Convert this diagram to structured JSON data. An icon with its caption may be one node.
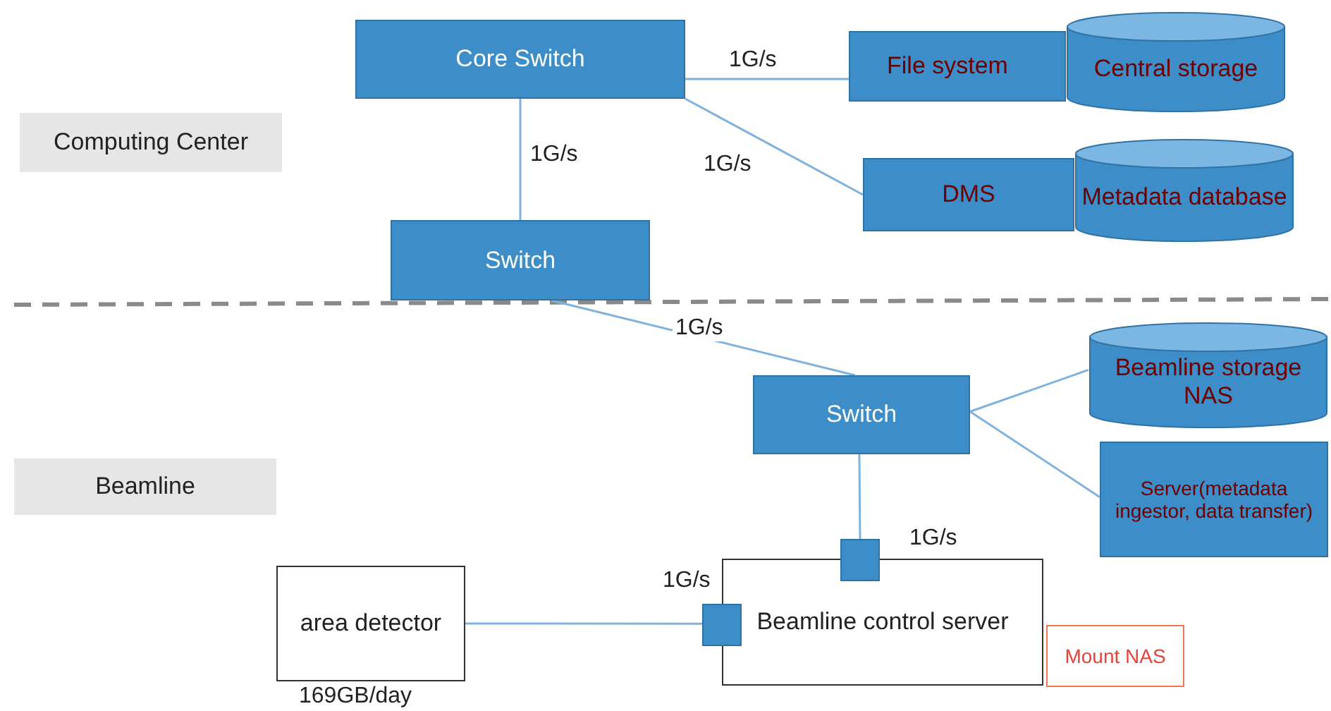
{
  "diagram": {
    "nodes": [
      {
        "text": [
          "Computing Center"
        ]
      },
      {
        "text": [
          "Beamline"
        ]
      },
      {
        "text": [
          "Core Switch"
        ]
      },
      {
        "text": [
          "File system"
        ]
      },
      {
        "text": [
          "Central storage"
        ]
      },
      {
        "text": [
          "DMS"
        ]
      },
      {
        "text": [
          "Metadata database"
        ]
      },
      {
        "text": [
          "Switch"
        ]
      },
      {
        "text": [
          "Switch"
        ]
      },
      {
        "text": [
          "Beamline storage NAS"
        ]
      },
      {
        "text": [
          "Server(metadata ingestor, data transfer)"
        ]
      },
      {
        "text": [
          "Beamline control server"
        ]
      },
      {
        "text": [],
        "shape": "box"
      },
      {
        "text": [],
        "shape": "box"
      },
      {
        "text": [
          "area detector"
        ],
        "beside": [
          "169GB/day"
        ]
      },
      {
        "text": [
          "Mount NAS"
        ]
      }
    ],
    "edges": [
      {
        "from": 2,
        "to": 3,
        "arrow": "none",
        "label": "1G/s"
      },
      {
        "from": 2,
        "to": 5,
        "arrow": "none",
        "label": "1G/s"
      },
      {
        "from": 2,
        "to": 7,
        "arrow": "none",
        "label": "1G/s"
      },
      {
        "from": 7,
        "to": 8,
        "arrow": "none",
        "label": "1G/s"
      },
      {
        "from": 8,
        "to": 9,
        "arrow": "none"
      },
      {
        "from": 8,
        "to": 10,
        "arrow": "none"
      },
      {
        "from": 8,
        "to": 12,
        "arrow": "none",
        "label": "1G/s"
      },
      {
        "from": 14,
        "to": 13,
        "arrow": "none",
        "label": "1G/s"
      }
    ]
  }
}
